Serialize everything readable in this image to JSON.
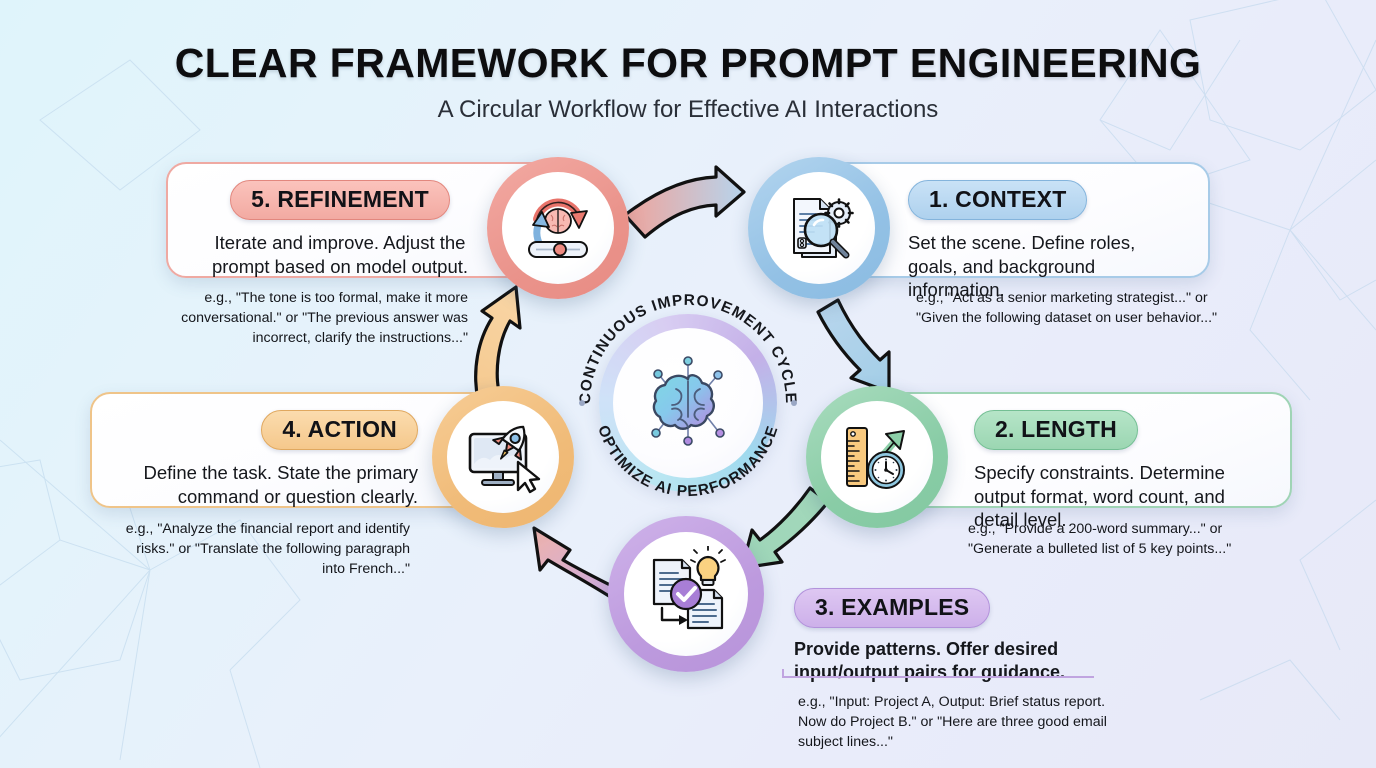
{
  "header": {
    "title": "CLEAR FRAMEWORK FOR PROMPT ENGINEERING",
    "subtitle": "A Circular Workflow for Effective AI Interactions"
  },
  "hub": {
    "top_arc_text": "CONTINUOUS IMPROVEMENT CYCLE",
    "bottom_arc_text": "OPTIMIZE AI PERFORMANCE",
    "icon": "brain-network-icon"
  },
  "steps": {
    "refinement": {
      "badge": "5. REFINEMENT",
      "description": "Iterate and improve. Adjust the prompt based on model output.",
      "example": "e.g., \"The tone is too formal, make it more conversational.\" or \"The previous answer was incorrect, clarify the instructions...\"",
      "icon": "refresh-brain-slider-icon",
      "accent": "#ef9d95"
    },
    "context": {
      "badge": "1. CONTEXT",
      "description": "Set the scene. Define roles, goals, and background information.",
      "example": "e.g., \"Act as a senior marketing strategist...\" or \"Given the following dataset on user behavior...\"",
      "icon": "document-magnifier-gear-icon",
      "accent": "#8fbde3"
    },
    "length": {
      "badge": "2. LENGTH",
      "description": "Specify constraints. Determine output format, word count, and detail level.",
      "example": "e.g., \"Provide a 200-word summary...\" or \"Generate a bulleted list of 5 key points...\"",
      "icon": "ruler-clock-arrow-icon",
      "accent": "#88cba4"
    },
    "examples": {
      "badge": "3. EXAMPLES",
      "description": "Provide patterns. Offer desired input/output pairs for guidance.",
      "example": "e.g., \"Input: Project A, Output: Brief status report. Now do Project B.\" or \"Here are three good email subject lines...\"",
      "icon": "documents-lightbulb-check-icon",
      "accent": "#bb98dc"
    },
    "action": {
      "badge": "4. ACTION",
      "description": "Define the task. State the primary command or question clearly.",
      "example": "e.g., \"Analyze the financial report and identify risks.\" or \"Translate the following paragraph into French...\"",
      "icon": "monitor-rocket-cursor-icon",
      "accent": "#f0bb78"
    }
  },
  "flow_arrows": [
    {
      "name": "refinement-to-context",
      "from": "refinement",
      "to": "context",
      "from_color": "#efa49c",
      "to_color": "#b7d4ec"
    },
    {
      "name": "context-to-length",
      "from": "context",
      "to": "length",
      "from_color": "#b7d4ec",
      "to_color": "#a9d2ea"
    },
    {
      "name": "length-to-examples",
      "from": "length",
      "to": "examples",
      "from_color": "#9ed6b8",
      "to_color": "#9ed6b8"
    },
    {
      "name": "examples-to-action",
      "from": "examples",
      "to": "action",
      "from_color": "#c8aae4",
      "to_color": "#efb3ab"
    },
    {
      "name": "action-to-refinement",
      "from": "action",
      "to": "refinement",
      "from_color": "#f6cd96",
      "to_color": "#f6cd96"
    }
  ]
}
